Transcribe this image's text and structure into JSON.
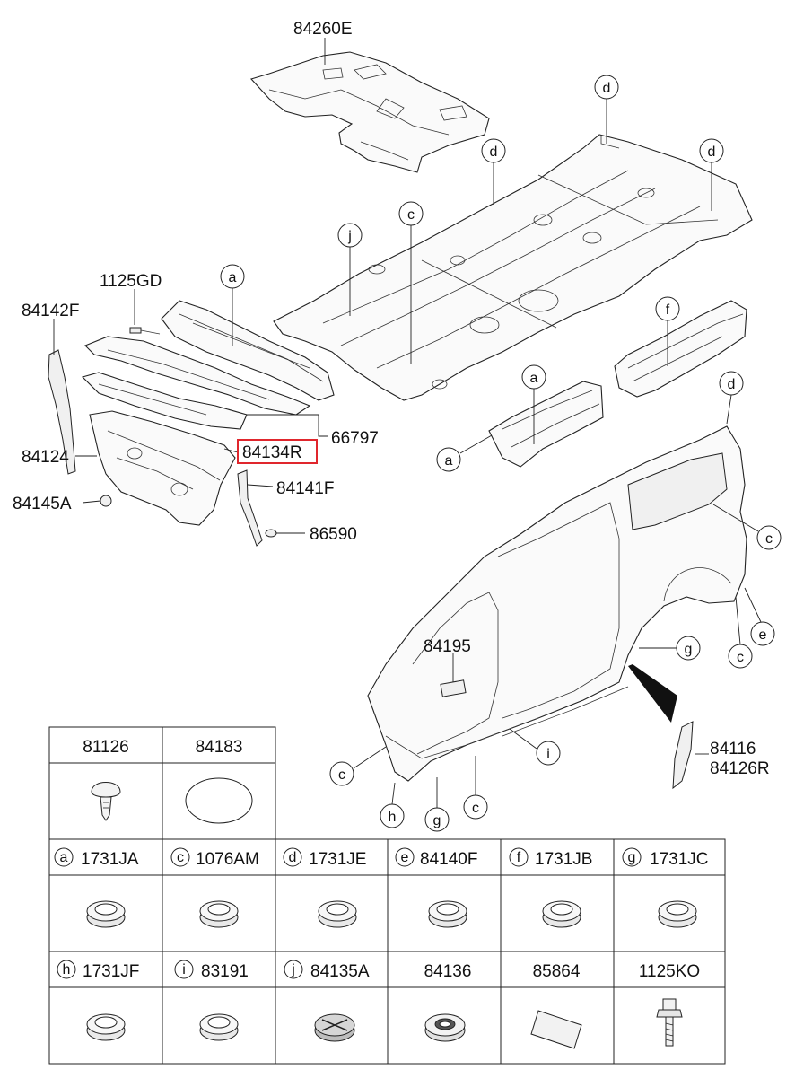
{
  "colors": {
    "highlight": "#e0262d",
    "line": "#222222",
    "background": "#ffffff"
  },
  "labels": {
    "p84260E": "84260E",
    "p1125GD": "1125GD",
    "p84142F": "84142F",
    "p66797": "66797",
    "p84124": "84124",
    "p84134R": "84134R",
    "p84145A": "84145A",
    "p84141F": "84141F",
    "p86590": "86590",
    "p84195": "84195",
    "p84116": "84116",
    "p84126R": "84126R"
  },
  "callouts": [
    "d",
    "d",
    "d",
    "c",
    "j",
    "a",
    "f",
    "a",
    "a",
    "d",
    "c",
    "e",
    "c",
    "g",
    "i",
    "c",
    "h",
    "g",
    "c"
  ],
  "parts_table": {
    "row1": [
      {
        "number": "81126",
        "icon": "push-clip-icon"
      },
      {
        "number": "84183",
        "icon": "oval-pad-icon"
      }
    ],
    "row2": [
      {
        "letter": "a",
        "number": "1731JA",
        "icon": "rubber-plug-icon"
      },
      {
        "letter": "c",
        "number": "1076AM",
        "icon": "rubber-plug-icon"
      },
      {
        "letter": "d",
        "number": "1731JE",
        "icon": "rubber-plug-icon"
      },
      {
        "letter": "e",
        "number": "84140F",
        "icon": "rubber-plug-icon"
      },
      {
        "letter": "f",
        "number": "1731JB",
        "icon": "rubber-plug-icon"
      },
      {
        "letter": "g",
        "number": "1731JC",
        "icon": "rubber-plug-icon"
      }
    ],
    "row3": [
      {
        "letter": "h",
        "number": "1731JF",
        "icon": "rubber-plug-icon"
      },
      {
        "letter": "i",
        "number": "83191",
        "icon": "rubber-plug-icon"
      },
      {
        "letter": "j",
        "number": "84135A",
        "icon": "cross-plug-icon"
      },
      {
        "letter": "",
        "number": "84136",
        "icon": "ring-grommet-icon"
      },
      {
        "letter": "",
        "number": "85864",
        "icon": "square-pad-icon"
      },
      {
        "letter": "",
        "number": "1125KO",
        "icon": "bolt-icon"
      }
    ]
  }
}
